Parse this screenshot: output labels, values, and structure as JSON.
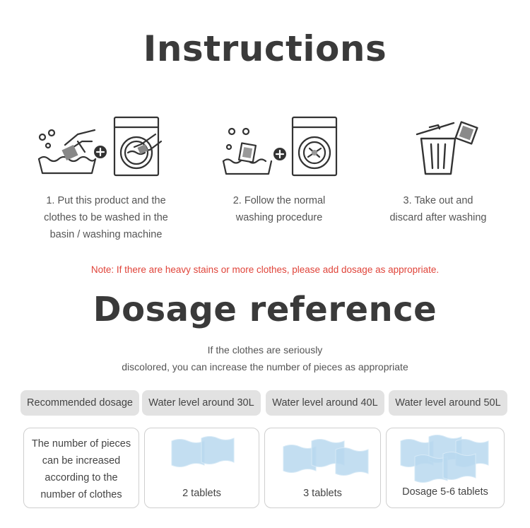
{
  "instructions": {
    "title": "Instructions",
    "steps": [
      {
        "lines": [
          "1. Put this product and the",
          "clothes to be washed in the",
          "basin / washing machine"
        ]
      },
      {
        "lines": [
          "2. Follow the normal",
          "washing procedure"
        ]
      },
      {
        "lines": [
          "3. Take out and",
          "discard after washing"
        ]
      }
    ],
    "note": "Note: If there are heavy stains or more clothes, please add dosage as appropriate."
  },
  "dosage": {
    "title": "Dosage reference",
    "subtitle_lines": [
      "If the clothes are seriously",
      "discolored, you can increase the number of pieces as appropriate"
    ],
    "headers": [
      "Recommended dosage",
      "Water level around 30L",
      "Water level around 40L",
      "Water level around 50L"
    ],
    "first_cell_lines": [
      "The number of pieces",
      "can be increased",
      "according to the",
      "number of clothes"
    ],
    "tablets": [
      {
        "label": "2 tablets",
        "count": 2
      },
      {
        "label": "3 tablets",
        "count": 3
      },
      {
        "label": "Dosage 5-6 tablets",
        "count": 5
      }
    ]
  },
  "colors": {
    "title": "#3a3a3a",
    "note": "#e0443a",
    "header_bg": "#e2e2e2",
    "tablet": "#b8d8ee"
  }
}
